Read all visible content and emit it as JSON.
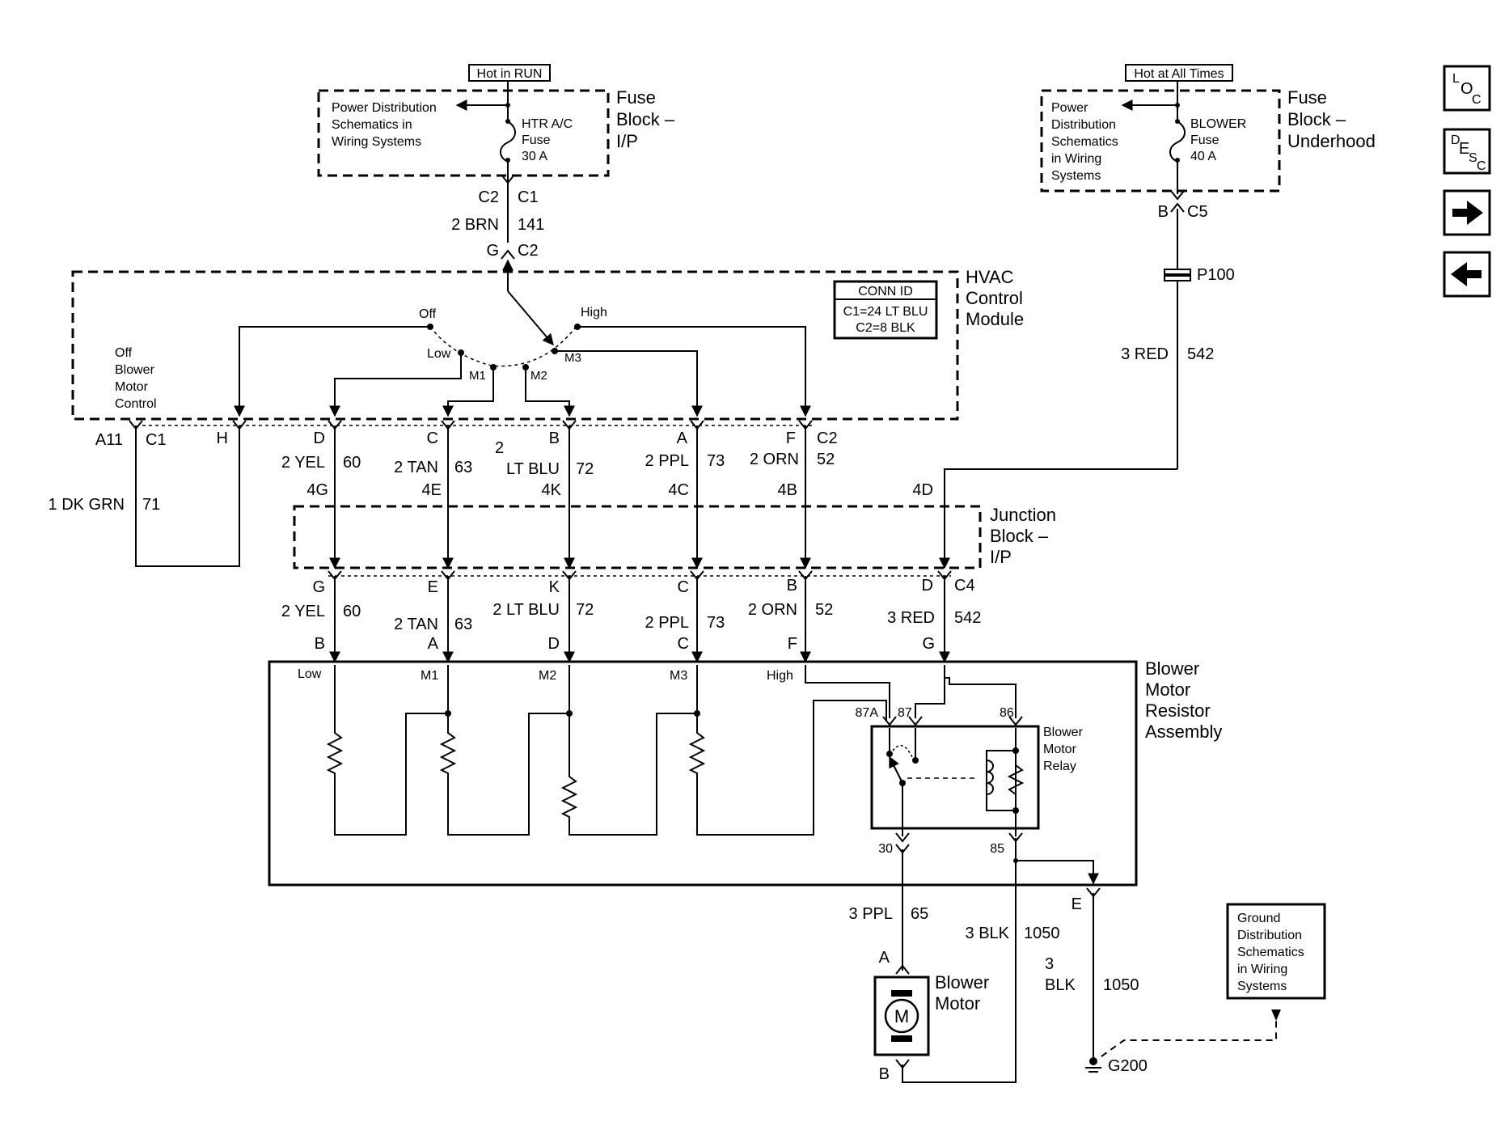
{
  "top_fuse": {
    "hot_label": "Hot in RUN",
    "power_dist": [
      "Power Distribution",
      "Schematics in",
      "Wiring Systems"
    ],
    "fuse": [
      "HTR A/C",
      "Fuse",
      "30 A"
    ],
    "block": [
      "Fuse",
      "Block –",
      "I/P"
    ],
    "conn_left": "C2",
    "conn_right": "C1",
    "wire_color": "2 BRN",
    "circuit": "141",
    "conn2_left": "G",
    "conn2_right": "C2"
  },
  "underhood_fuse": {
    "hot_label": "Hot at All Times",
    "power_dist": [
      "Power",
      "Distribution",
      "Schematics",
      "in Wiring",
      "Systems"
    ],
    "fuse": [
      "BLOWER",
      "Fuse",
      "40 A"
    ],
    "block": [
      "Fuse",
      "Block –",
      "Underhood"
    ],
    "conn_left": "B",
    "conn_right": "C5",
    "splice": "P100",
    "wire_color": "3 RED",
    "circuit": "542"
  },
  "hvac": {
    "title": [
      "HVAC",
      "Control",
      "Module"
    ],
    "conn_id": [
      "CONN ID",
      "C1=24 LT BLU",
      "C2=8 BLK"
    ],
    "switch_positions": {
      "off": "Off",
      "low": "Low",
      "high": "High",
      "m1": "M1",
      "m2": "M2",
      "m3": "M3"
    },
    "off_control": [
      "Off",
      "Blower",
      "Motor",
      "Control"
    ]
  },
  "c1_c2_row": {
    "a11": "A11",
    "c1": "C1",
    "h": "H",
    "pins": [
      "D",
      "C",
      "B",
      "A",
      "F"
    ],
    "c2": "C2",
    "wire_colors": [
      "2 YEL",
      "2 TAN",
      "2",
      "LT BLU",
      "2 PPL",
      "2 ORN"
    ],
    "circuits": [
      "60",
      "63",
      "72",
      "73",
      "52"
    ],
    "jb_pins": [
      "4G",
      "4E",
      "4K",
      "4C",
      "4B",
      "4D"
    ],
    "dk_grn": "1 DK GRN",
    "dk_grn_circuit": "71"
  },
  "junction": {
    "title": [
      "Junction",
      "Block –",
      "I/P"
    ]
  },
  "c4_row": {
    "top_pins": [
      "G",
      "E",
      "K",
      "C",
      "B",
      "D"
    ],
    "c4": "C4",
    "wire_colors": [
      "2 YEL",
      "2 TAN",
      "2 LT BLU",
      "2 PPL",
      "2 ORN",
      "3 RED"
    ],
    "circuits": [
      "60",
      "63",
      "72",
      "73",
      "52",
      "542"
    ],
    "bottom_pins": [
      "B",
      "A",
      "D",
      "C",
      "F",
      "G"
    ]
  },
  "resistor": {
    "title": [
      "Blower",
      "Motor",
      "Resistor",
      "Assembly"
    ],
    "taps": [
      "Low",
      "M1",
      "M2",
      "M3",
      "High"
    ],
    "relay_title": [
      "Blower",
      "Motor",
      "Relay"
    ],
    "relay_pins": [
      "87A",
      "87",
      "86",
      "30",
      "85"
    ]
  },
  "motor": {
    "title": [
      "Blower",
      "Motor"
    ],
    "symbol": "M",
    "pin_a": "A",
    "pin_b": "B",
    "wire_color": "3 PPL",
    "circuit": "65"
  },
  "ground": {
    "wire1": "3 BLK",
    "circuit1": "1050",
    "pin_e": "E",
    "wire2": [
      "3",
      "BLK"
    ],
    "circuit2": "1050",
    "point": "G200",
    "dist": [
      "Ground",
      "Distribution",
      "Schematics",
      "in Wiring",
      "Systems"
    ]
  },
  "nav": {
    "loc": {
      "l": "L",
      "o": "O",
      "c": "C"
    },
    "desc": {
      "d": "D",
      "e": "E",
      "s": "S",
      "c": "C"
    },
    "next_icon": "arrow-right-icon",
    "prev_icon": "arrow-left-icon"
  }
}
